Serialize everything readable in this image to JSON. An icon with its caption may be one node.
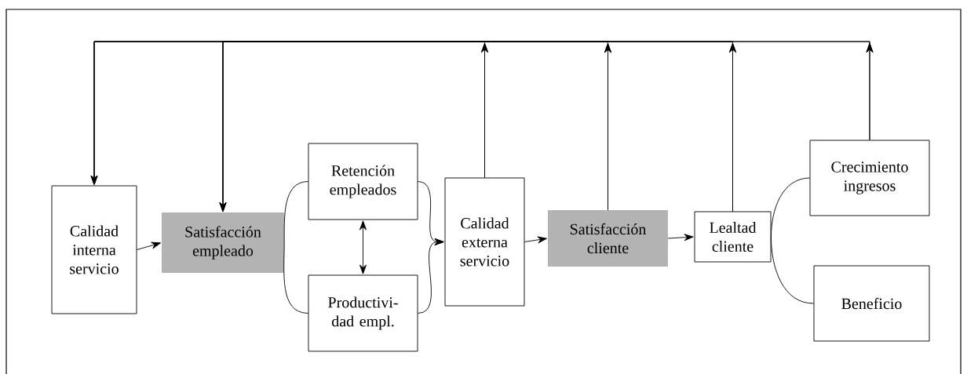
{
  "diagram": {
    "nodes": [
      {
        "text": [
          "Calidad interna servicio"
        ]
      },
      {
        "text": [
          "Satisfacción empleado"
        ]
      },
      {
        "text": [
          "Retención empleados"
        ]
      },
      {
        "text": [
          "Productivi- dad empl."
        ]
      },
      {
        "text": [
          "Calidad externa servicio"
        ]
      },
      {
        "text": [
          "Satisfacción cliente"
        ]
      },
      {
        "text": [
          "Lealtad cliente"
        ]
      },
      {
        "text": [
          "Crecimiento ingresos"
        ]
      },
      {
        "text": [
          "Beneficio"
        ]
      }
    ],
    "edges": [
      {
        "from": 0,
        "to": 1,
        "arrow": "to"
      },
      {
        "from": 1,
        "to": 2,
        "arrow": "none"
      },
      {
        "from": 1,
        "to": 3,
        "arrow": "none"
      },
      {
        "from": 2,
        "to": 3,
        "arrow": "both"
      },
      {
        "from": 2,
        "to": 4,
        "arrow": "to"
      },
      {
        "from": 3,
        "to": 4,
        "arrow": "to"
      },
      {
        "from": 4,
        "to": 5,
        "arrow": "to"
      },
      {
        "from": 5,
        "to": 6,
        "arrow": "to"
      },
      {
        "from": 6,
        "to": 7,
        "arrow": "none"
      },
      {
        "from": 6,
        "to": 8,
        "arrow": "none"
      },
      {
        "from": 4,
        "to": 0,
        "arrow": "to"
      },
      {
        "from": 4,
        "to": 1,
        "arrow": "to"
      },
      {
        "from": 5,
        "to": 0,
        "arrow": "to"
      },
      {
        "from": 5,
        "to": 1,
        "arrow": "to"
      },
      {
        "from": 6,
        "to": 0,
        "arrow": "to"
      },
      {
        "from": 6,
        "to": 1,
        "arrow": "to"
      },
      {
        "from": 7,
        "to": 0,
        "arrow": "to"
      },
      {
        "from": 7,
        "to": 1,
        "arrow": "to"
      }
    ]
  }
}
